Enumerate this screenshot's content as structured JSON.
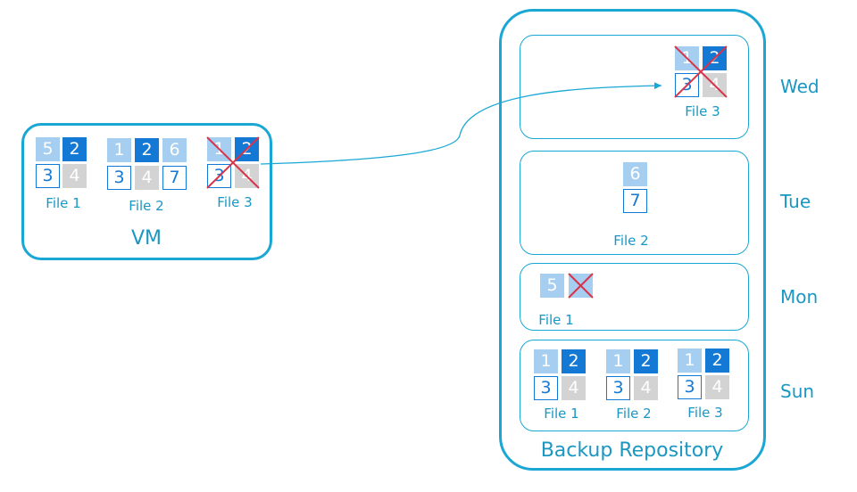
{
  "vm": {
    "label": "VM",
    "files": [
      {
        "label": "File 1",
        "blocks": [
          "5",
          "2",
          "3",
          "4"
        ]
      },
      {
        "label": "File 2",
        "blocks": [
          "1",
          "2",
          "6",
          "3",
          "4",
          "7"
        ]
      },
      {
        "label": "File 3",
        "blocks": [
          "1",
          "2",
          "3",
          "4"
        ],
        "deleted": true
      }
    ]
  },
  "repository": {
    "label": "Backup Repository",
    "days": {
      "wed": {
        "label": "Wed",
        "file": "File 3",
        "blocks": [
          "1",
          "2",
          "3",
          "4"
        ],
        "deleted": true
      },
      "tue": {
        "label": "Tue",
        "file": "File 2",
        "blocks": [
          "6",
          "7"
        ]
      },
      "mon": {
        "label": "Mon",
        "file": "File 1",
        "blocks": [
          "5",
          ""
        ]
      },
      "sun": {
        "label": "Sun",
        "files": [
          {
            "label": "File 1",
            "blocks": [
              "1",
              "2",
              "3",
              "4"
            ]
          },
          {
            "label": "File 2",
            "blocks": [
              "1",
              "2",
              "3",
              "4"
            ]
          },
          {
            "label": "File 3",
            "blocks": [
              "1",
              "2",
              "3",
              "4"
            ]
          }
        ]
      }
    }
  },
  "colors": {
    "border": "#1aa7d4",
    "block_light": "#a6cef0",
    "block_dark": "#1479d4",
    "block_gray": "#d3d3d3",
    "cross": "#d9334a"
  }
}
